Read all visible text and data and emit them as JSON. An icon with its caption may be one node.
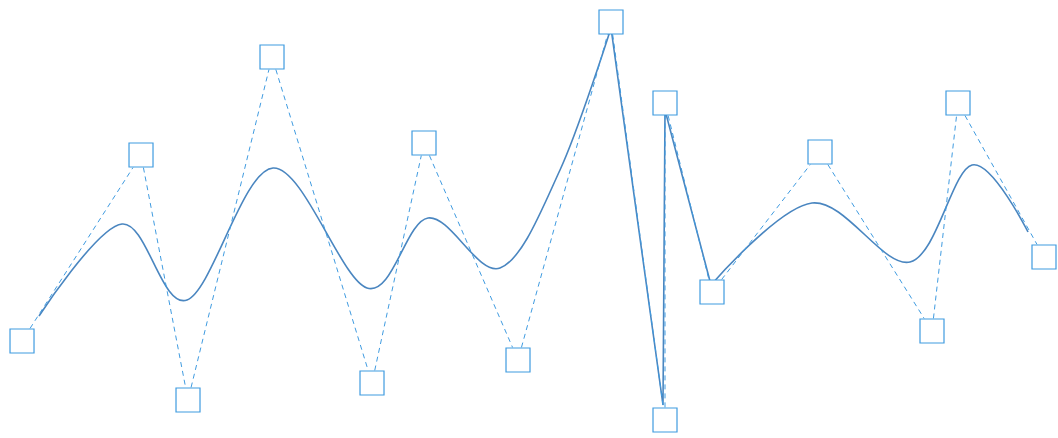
{
  "diagram": {
    "nodes": [
      {
        "text": [],
        "shape": "box"
      },
      {
        "text": [],
        "shape": "box"
      },
      {
        "text": [],
        "shape": "box"
      },
      {
        "text": [],
        "shape": "box"
      },
      {
        "text": [],
        "shape": "box"
      },
      {
        "text": [],
        "shape": "box"
      },
      {
        "text": [],
        "shape": "box"
      },
      {
        "text": [],
        "shape": "box"
      },
      {
        "text": [],
        "shape": "box"
      },
      {
        "text": [],
        "shape": "box"
      },
      {
        "text": [],
        "shape": "box"
      },
      {
        "text": [],
        "shape": "box"
      },
      {
        "text": [],
        "shape": "box"
      },
      {
        "text": [],
        "shape": "box"
      },
      {
        "text": [],
        "shape": "box"
      }
    ],
    "edges": [
      {
        "from": 0,
        "to": 1,
        "arrow": "none",
        "style": "dashed"
      },
      {
        "from": 1,
        "to": 2,
        "arrow": "none",
        "style": "dashed"
      },
      {
        "from": 2,
        "to": 3,
        "arrow": "none",
        "style": "dashed"
      },
      {
        "from": 3,
        "to": 4,
        "arrow": "none",
        "style": "dashed"
      },
      {
        "from": 4,
        "to": 5,
        "arrow": "none",
        "style": "dashed"
      },
      {
        "from": 5,
        "to": 6,
        "arrow": "none",
        "style": "dashed"
      },
      {
        "from": 6,
        "to": 7,
        "arrow": "none",
        "style": "dashed"
      },
      {
        "from": 7,
        "to": 8,
        "arrow": "none",
        "style": "dashed"
      },
      {
        "from": 8,
        "to": 9,
        "arrow": "none",
        "style": "dashed"
      },
      {
        "from": 9,
        "to": 10,
        "arrow": "none",
        "style": "dashed"
      },
      {
        "from": 10,
        "to": 11,
        "arrow": "none",
        "style": "dashed"
      },
      {
        "from": 11,
        "to": 12,
        "arrow": "none",
        "style": "dashed"
      },
      {
        "from": 12,
        "to": 13,
        "arrow": "none",
        "style": "dashed"
      },
      {
        "from": 13,
        "to": 14,
        "arrow": "none",
        "style": "dashed"
      }
    ]
  }
}
